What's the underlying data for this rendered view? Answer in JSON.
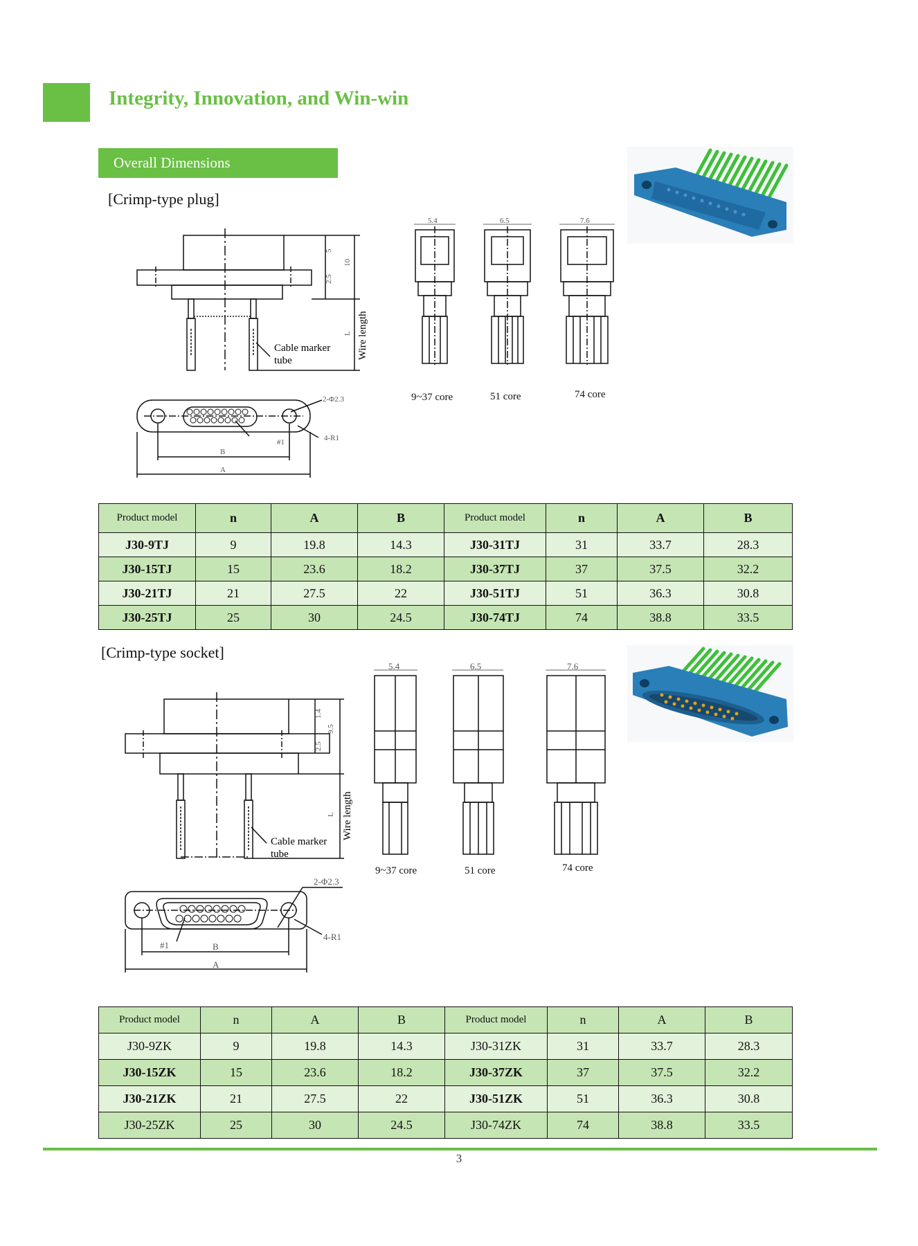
{
  "header": {
    "slogan": "Integrity, Innovation, and Win-win"
  },
  "section": {
    "title": "Overall Dimensions"
  },
  "plug": {
    "heading": "[Crimp-type plug]",
    "drawing": {
      "dim_5": "5",
      "dim_25": "2.5",
      "dim_10": "10",
      "dim_L": "L",
      "wire_length": "Wire length",
      "cable_marker": "Cable marker",
      "tube": "tube",
      "hole": "2-Φ2.3",
      "pin1": "#1",
      "radius": "4-R1",
      "dim_B": "B",
      "dim_A": "A"
    },
    "side_views": [
      {
        "width": "5.4",
        "label": "9~37 core"
      },
      {
        "width": "6.5",
        "label": "51 core"
      },
      {
        "width": "7.6",
        "label": "74 core"
      }
    ],
    "table": {
      "headers": [
        "Product model",
        "n",
        "A",
        "B",
        "Product model",
        "n",
        "A",
        "B"
      ],
      "rows": [
        [
          "J30-9TJ",
          "9",
          "19.8",
          "14.3",
          "J30-31TJ",
          "31",
          "33.7",
          "28.3"
        ],
        [
          "J30-15TJ",
          "15",
          "23.6",
          "18.2",
          "J30-37TJ",
          "37",
          "37.5",
          "32.2"
        ],
        [
          "J30-21TJ",
          "21",
          "27.5",
          "22",
          "J30-51TJ",
          "51",
          "36.3",
          "30.8"
        ],
        [
          "J30-25TJ",
          "25",
          "30",
          "24.5",
          "J30-74TJ",
          "74",
          "38.8",
          "33.5"
        ]
      ]
    }
  },
  "socket": {
    "heading": "[Crimp-type socket]",
    "drawing": {
      "dim_14": "1.4",
      "dim_25": "2.5",
      "dim_95": "9.5",
      "dim_L": "L",
      "wire_length": "Wire length",
      "cable_marker": "Cable marker",
      "tube": "tube",
      "hole": "2-Φ2.3",
      "pin1": "#1",
      "radius": "4-R1",
      "dim_B": "B",
      "dim_A": "A"
    },
    "side_views": [
      {
        "width": "5.4",
        "label": "9~37 core"
      },
      {
        "width": "6.5",
        "label": "51 core"
      },
      {
        "width": "7.6",
        "label": "74 core"
      }
    ],
    "table": {
      "headers": [
        "Product model",
        "n",
        "A",
        "B",
        "Product model",
        "n",
        "A",
        "B"
      ],
      "rows": [
        [
          "J30-9ZK",
          "9",
          "19.8",
          "14.3",
          "J30-31ZK",
          "31",
          "33.7",
          "28.3"
        ],
        [
          "J30-15ZK",
          "15",
          "23.6",
          "18.2",
          "J30-37ZK",
          "37",
          "37.5",
          "32.2"
        ],
        [
          "J30-21ZK",
          "21",
          "27.5",
          "22",
          "J30-51ZK",
          "51",
          "36.3",
          "30.8"
        ],
        [
          "J30-25ZK",
          "25",
          "30",
          "24.5",
          "J30-74ZK",
          "74",
          "38.8",
          "33.5"
        ]
      ]
    }
  },
  "footer": {
    "page": "3"
  },
  "colors": {
    "accent": "#6abf45",
    "header_row": "#c6e5b5",
    "light_row": "#e3f2db",
    "connector_blue": "#2a7fb8",
    "wire_green": "#3fbf3a"
  }
}
